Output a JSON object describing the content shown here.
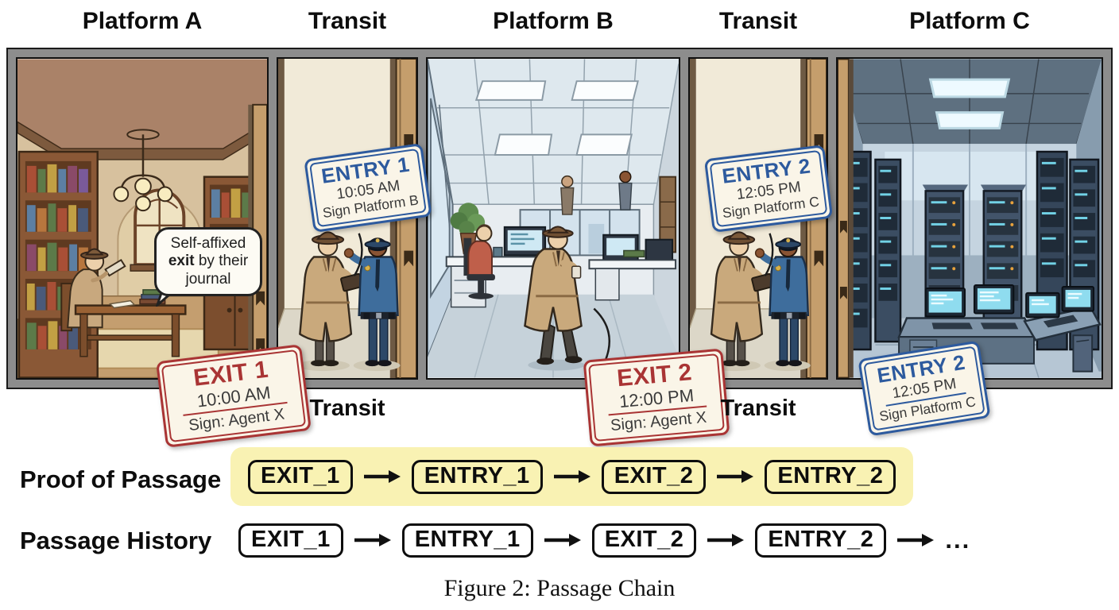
{
  "colors": {
    "exit_red": "#a93434",
    "entry_blue": "#2d5a9e",
    "highlight_yellow": "#f9f2b3",
    "frame_gray": "#8d8d8d"
  },
  "panels": [
    {
      "title": "Platform A",
      "scene": "library-study"
    },
    {
      "title": "Transit",
      "scene": "checkpoint-corridor"
    },
    {
      "title": "Platform B",
      "scene": "open-office"
    },
    {
      "title": "Transit",
      "scene": "checkpoint-corridor"
    },
    {
      "title": "Platform C",
      "scene": "server-room"
    }
  ],
  "bottom_labels": [
    {
      "label": "Transit"
    },
    {
      "label": "Transit"
    }
  ],
  "speech_bubble": {
    "prefix": "Self-affixed ",
    "bold": "exit",
    "suffix": " by their journal"
  },
  "stamps": {
    "exit1": {
      "title": "EXIT 1",
      "time": "10:00 AM",
      "sign": "Sign: Agent X"
    },
    "entry1": {
      "title": "ENTRY 1",
      "time": "10:05 AM",
      "sign": "Sign Platform B"
    },
    "exit2": {
      "title": "EXIT 2",
      "time": "12:00 PM",
      "sign": "Sign: Agent X"
    },
    "entry2_door": {
      "title": "ENTRY 2",
      "time": "12:05 PM",
      "sign": "Sign Platform C"
    },
    "entry2_chain": {
      "title": "ENTRY 2",
      "time": "12:05 PM",
      "sign": "Sign Platform C"
    }
  },
  "chains": {
    "proof": {
      "label": "Proof of Passage",
      "items": [
        "EXIT_1",
        "ENTRY_1",
        "EXIT_2",
        "ENTRY_2"
      ]
    },
    "history": {
      "label": "Passage History",
      "items": [
        "EXIT_1",
        "ENTRY_1",
        "EXIT_2",
        "ENTRY_2"
      ],
      "ellipsis": "..."
    }
  },
  "caption": "Figure 2: Passage Chain"
}
